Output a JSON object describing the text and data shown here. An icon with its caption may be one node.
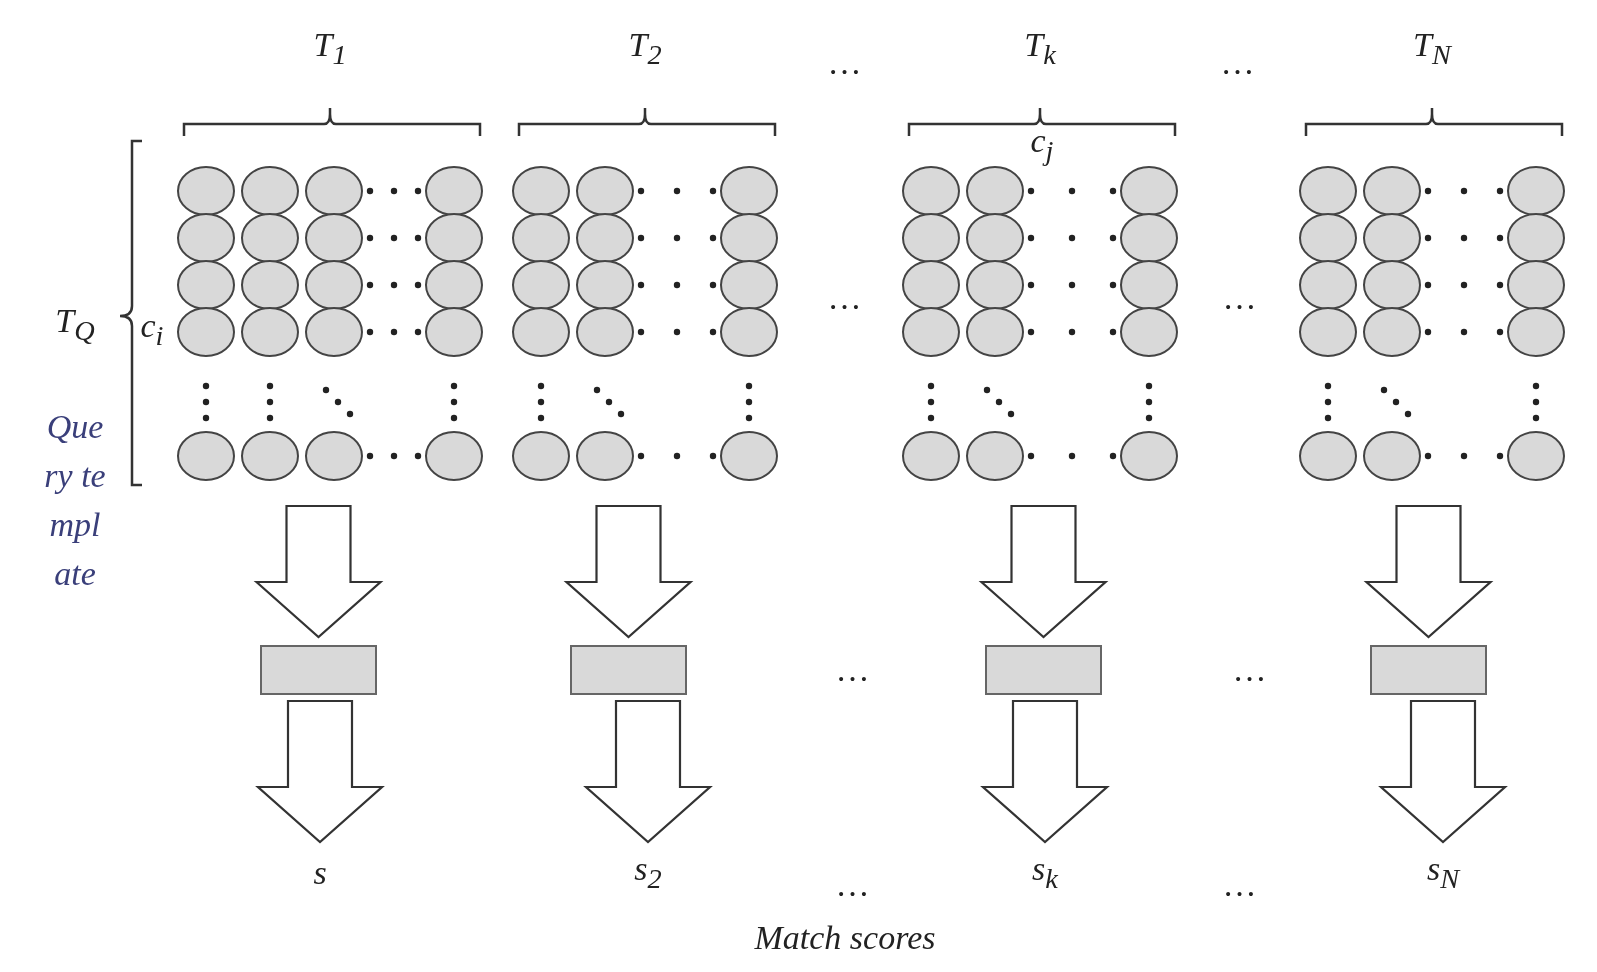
{
  "diagram": {
    "nodes": [
      {
        "text": [
          "T$_{1}$"
        ]
      },
      {
        "text": [
          "T$_{2}$"
        ]
      },
      {
        "text": [
          "T$_{k}$"
        ]
      },
      {
        "text": [
          "T$_{N}$"
        ]
      },
      {
        "text": [],
        "shape": "box"
      },
      {
        "text": [],
        "shape": "box"
      },
      {
        "text": [],
        "shape": "box"
      },
      {
        "text": [],
        "shape": "box"
      },
      {
        "text": [
          "s"
        ]
      },
      {
        "text": [
          "s$_{2}$"
        ]
      },
      {
        "text": [
          "s$_{k}$"
        ]
      },
      {
        "text": [
          "s$_{N}$"
        ]
      }
    ],
    "edges": [
      {
        "from": 0,
        "to": 4,
        "arrow": "to"
      },
      {
        "from": 4,
        "to": 8,
        "arrow": "to"
      },
      {
        "from": 1,
        "to": 5,
        "arrow": "to"
      },
      {
        "from": 5,
        "to": 9,
        "arrow": "to"
      },
      {
        "from": 2,
        "to": 6,
        "arrow": "to"
      },
      {
        "from": 6,
        "to": 10,
        "arrow": "to"
      },
      {
        "from": 3,
        "to": 7,
        "arrow": "to"
      },
      {
        "from": 7,
        "to": 11,
        "arrow": "to"
      }
    ],
    "labels": [
      "…",
      "…",
      "c$_{j}$",
      "T$_{Q}$",
      "c$_{i}$",
      "…",
      "…",
      "Query template",
      "…",
      "…",
      "…",
      "…",
      "Match scores"
    ]
  }
}
